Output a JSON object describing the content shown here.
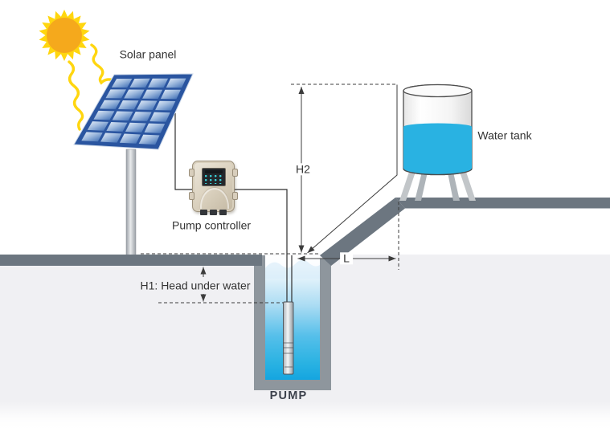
{
  "diagram": {
    "labels": {
      "solar_panel": "Solar panel",
      "pump_controller": "Pump controller",
      "water_tank": "Water tank",
      "pump": "PUMP",
      "h2": "H2",
      "h1": "H1: Head under water",
      "l": "L"
    },
    "colors": {
      "ground": "#6c7680",
      "well_wall": "#8e969d",
      "underground": "#f0f0f3",
      "water": "#29b2e2",
      "water_deep": "#14a5e0",
      "sun_core": "#f5a91c",
      "sun_rays": "#ffd60f",
      "panel_frame": "#2a55a0",
      "panel_cell_light": "#eaf2fb",
      "panel_cell_mid": "#9fbade",
      "panel_cell_dark": "#3365b0",
      "pole": "#e8eaec",
      "pole_edge": "#9aa0a6",
      "tank_outline": "#4d4d4d",
      "legs": "#c2c6c9",
      "line": "#3c3c3c",
      "wire": "#2e2e2e",
      "text": "#333333",
      "pump_text": "#3d424d"
    }
  }
}
